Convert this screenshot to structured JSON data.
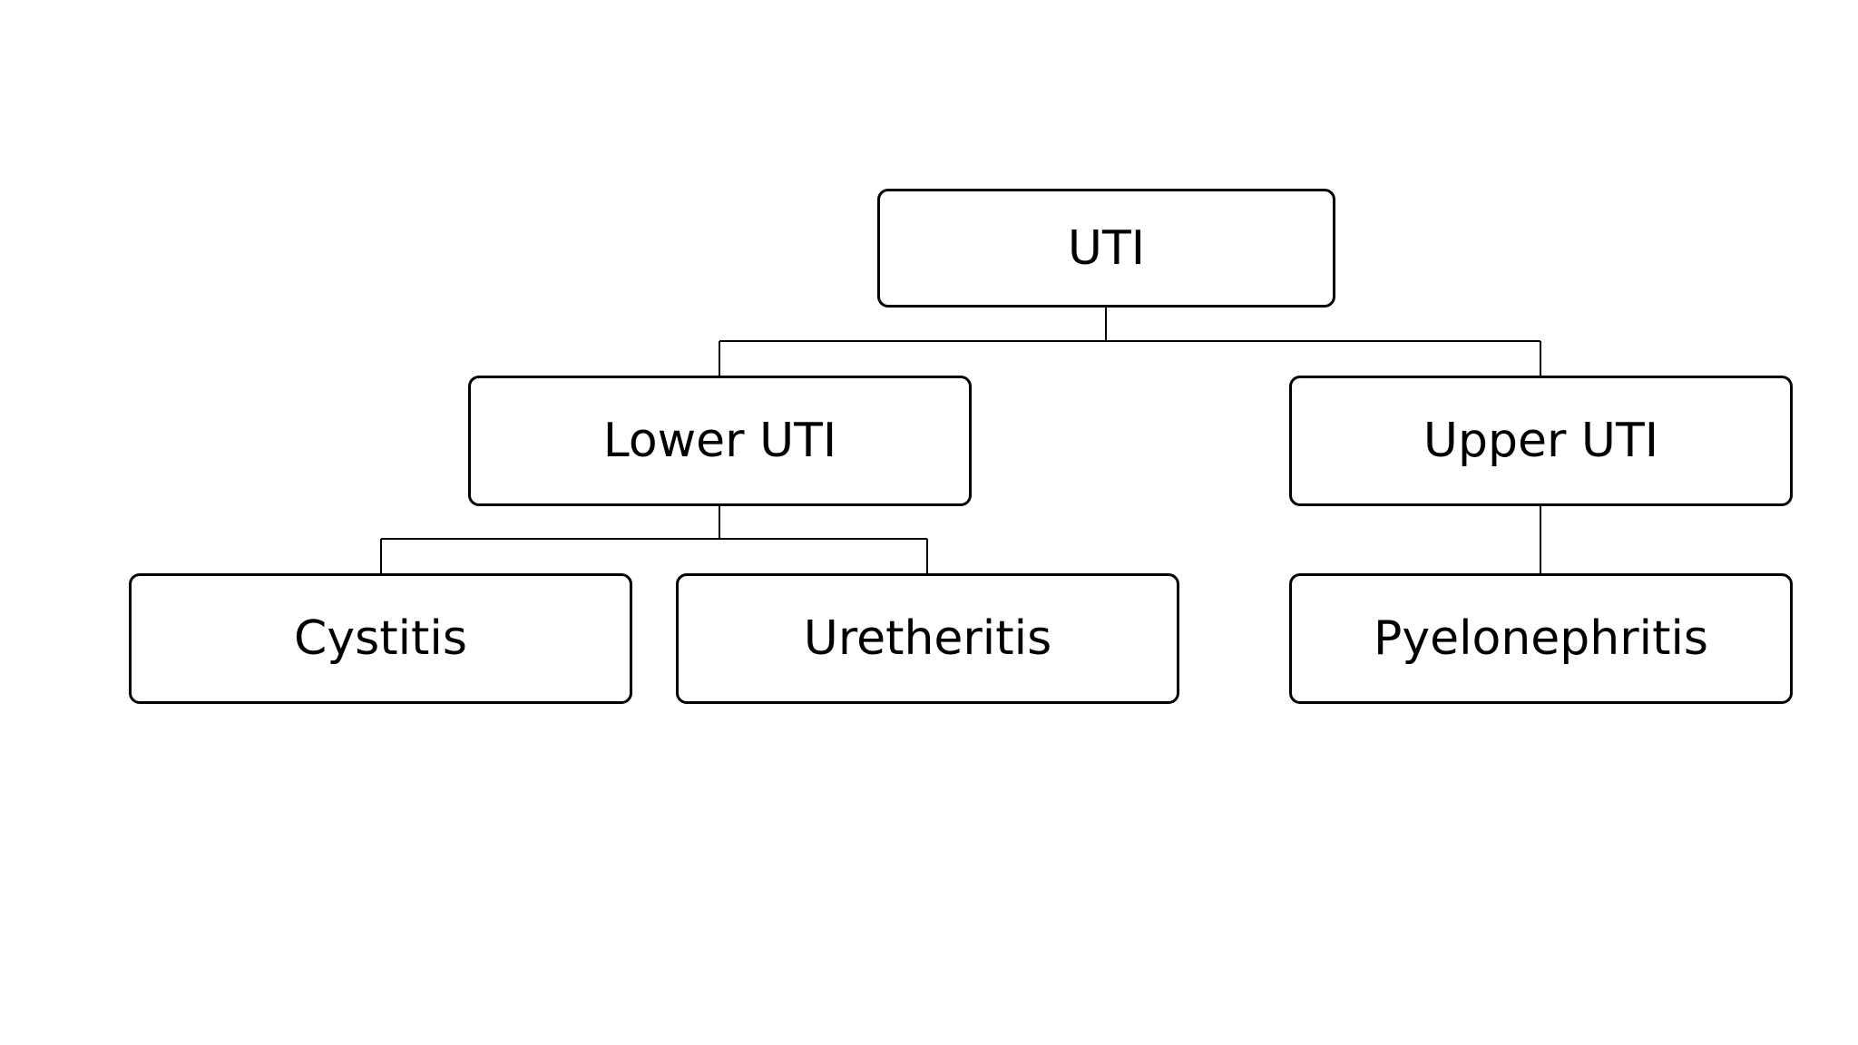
{
  "diagram": {
    "colors": {
      "stroke": "#000000",
      "background": "#ffffff"
    },
    "nodes": {
      "root": {
        "label": "UTI"
      },
      "lower": {
        "label": "Lower UTI"
      },
      "upper": {
        "label": "Upper UTI"
      },
      "cystitis": {
        "label": "Cystitis"
      },
      "uretheritis": {
        "label": "Uretheritis"
      },
      "pyelonephritis": {
        "label": "Pyelonephritis"
      }
    },
    "edges": [
      {
        "from": "root",
        "to": "lower"
      },
      {
        "from": "root",
        "to": "upper"
      },
      {
        "from": "lower",
        "to": "cystitis"
      },
      {
        "from": "lower",
        "to": "uretheritis"
      },
      {
        "from": "upper",
        "to": "pyelonephritis"
      }
    ]
  }
}
